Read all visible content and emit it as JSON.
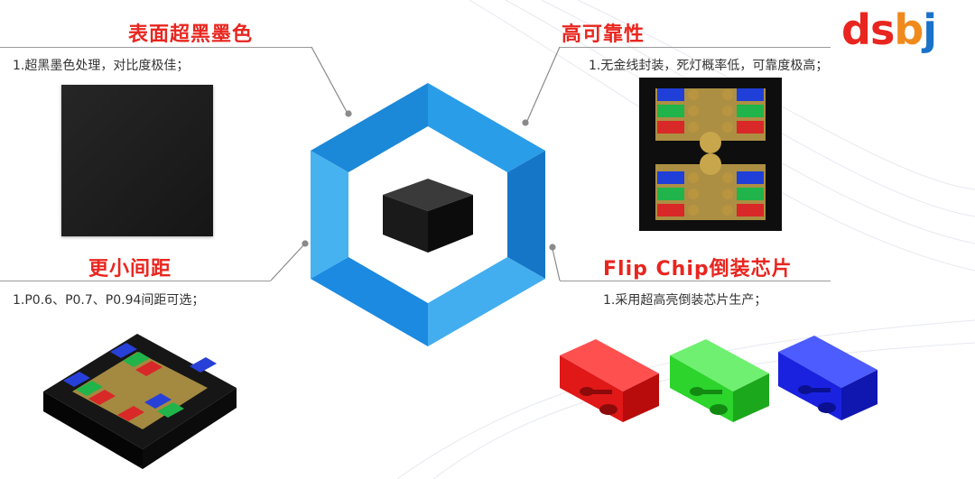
{
  "brand": {
    "logo_letters": [
      "d",
      "s",
      "b",
      "j"
    ],
    "colors": {
      "d": "#e8261f",
      "s": "#e8261f",
      "b": "#f08a1c",
      "j": "#1a72c8"
    }
  },
  "center": {
    "hex_outer": "#1f8fe0",
    "hex_inner": "#39a9ee",
    "chip_color": "#1b1b1b"
  },
  "features": {
    "surface": {
      "title": "表面超黑墨色",
      "desc": "1.超黑墨色处理，对比度极佳；"
    },
    "reliability": {
      "title": "高可靠性",
      "desc": "1.无金线封装，死灯概率低，可靠度极高；"
    },
    "pitch": {
      "title": "更小间距",
      "desc": "1.P0.6、P0.7、P0.94间距可选；"
    },
    "flipchip": {
      "title": "Flip Chip倒装芯片",
      "desc": "1.采用超高亮倒装芯片生产；"
    }
  },
  "accent": {
    "title_red": "#e8261f",
    "rule_gray": "#9a9a9a"
  }
}
